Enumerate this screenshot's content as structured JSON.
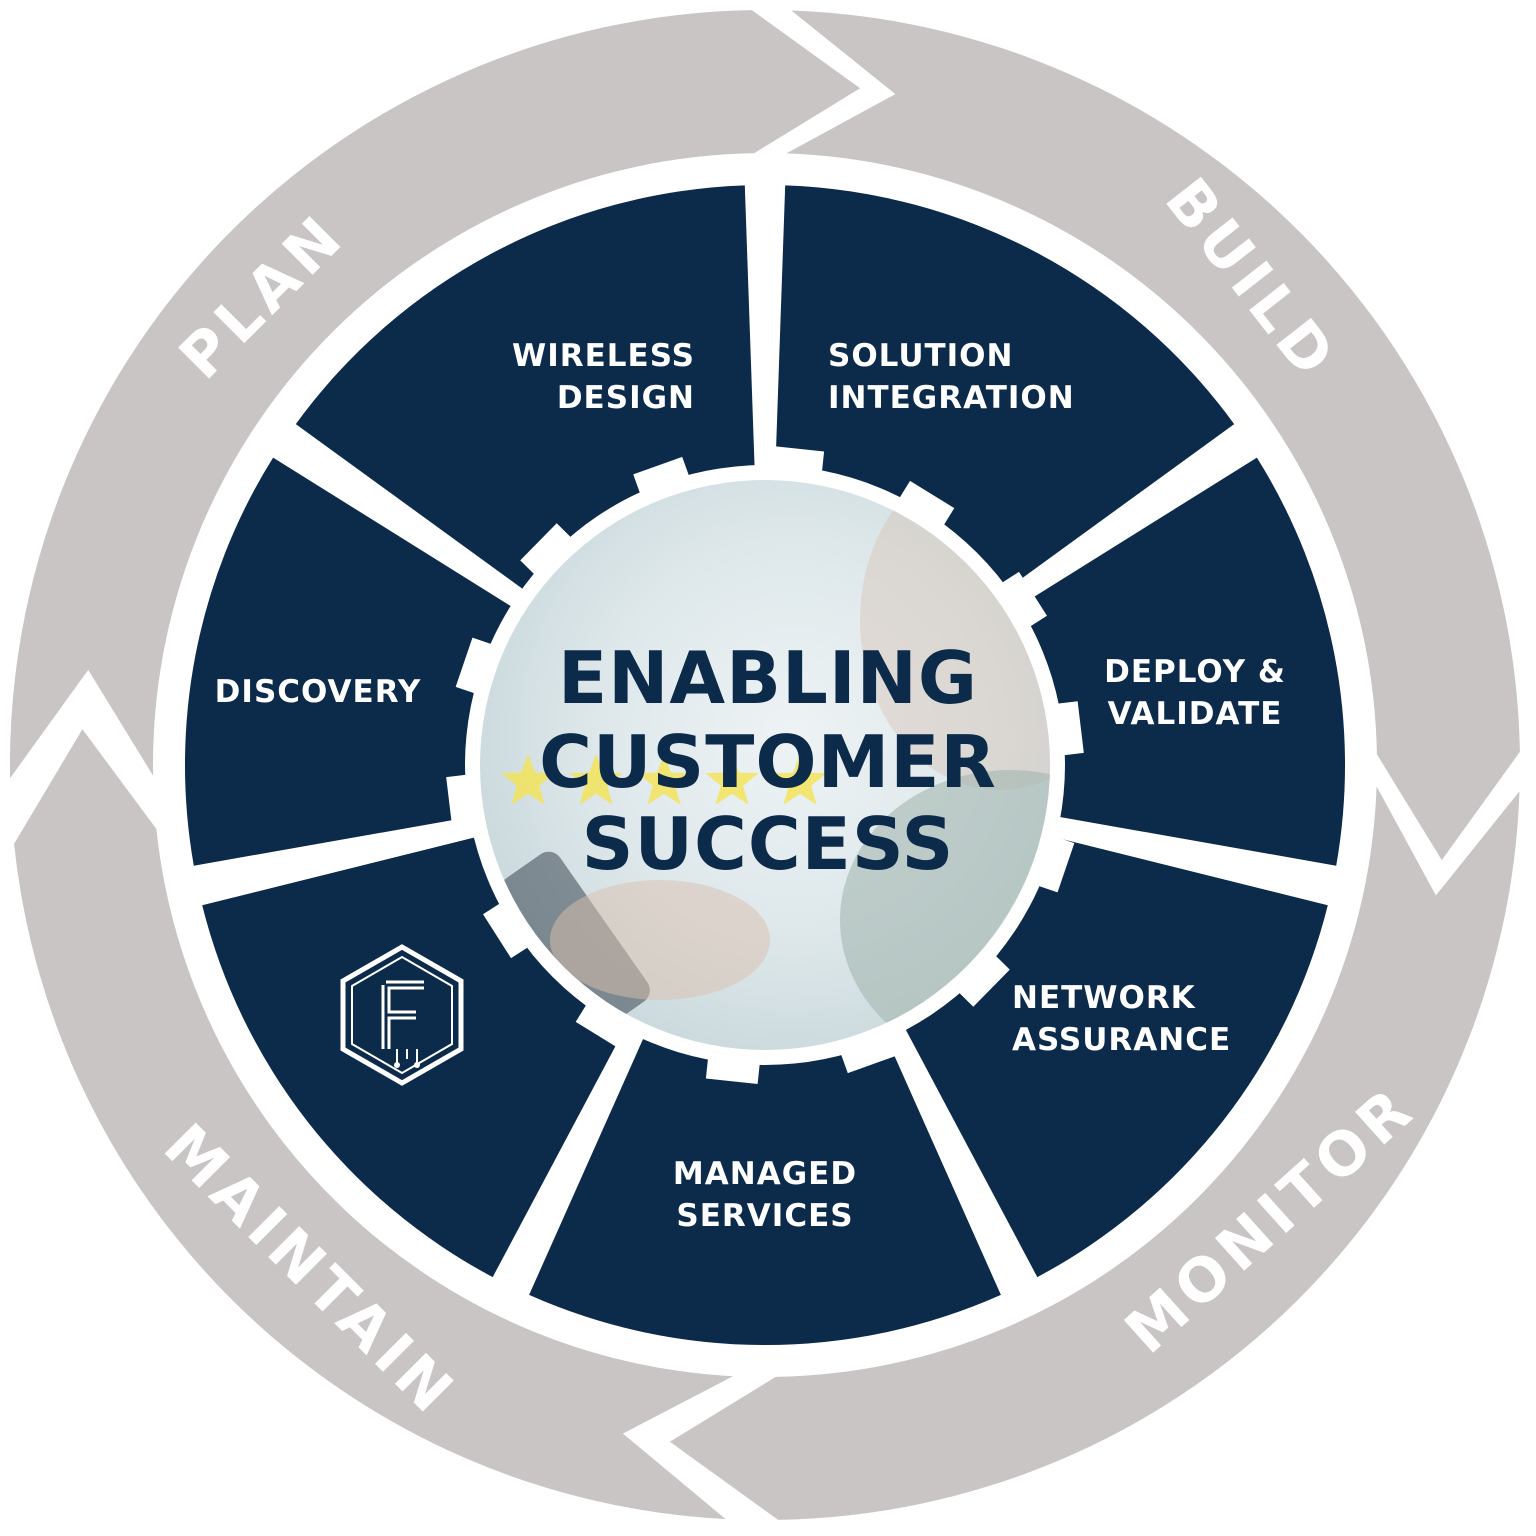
{
  "phases": [
    "PLAN",
    "BUILD",
    "MONITOR",
    "MAINTAIN"
  ],
  "segments": [
    {
      "lines": [
        "WIRELESS",
        "DESIGN"
      ]
    },
    {
      "lines": [
        "SOLUTION",
        "INTEGRATION"
      ]
    },
    {
      "lines": [
        "DEPLOY &",
        "VALIDATE"
      ]
    },
    {
      "lines": [
        "NETWORK",
        "ASSURANCE"
      ]
    },
    {
      "lines": [
        "MANAGED",
        "SERVICES"
      ]
    },
    {
      "lines": [],
      "icon": "hexagon-f-logo-icon"
    },
    {
      "lines": [
        "DISCOVERY"
      ]
    }
  ],
  "center": {
    "lines": [
      "ENABLING",
      "CUSTOMER",
      "SUCCESS"
    ],
    "icon": "five-stars-icon"
  },
  "colors": {
    "ring": "#c8c5c4",
    "segment": "#0c2a4a",
    "phase_text": "#ffffff",
    "segment_text": "#ffffff",
    "center_text": "#0c2a4a",
    "star": "#f3e35a"
  }
}
